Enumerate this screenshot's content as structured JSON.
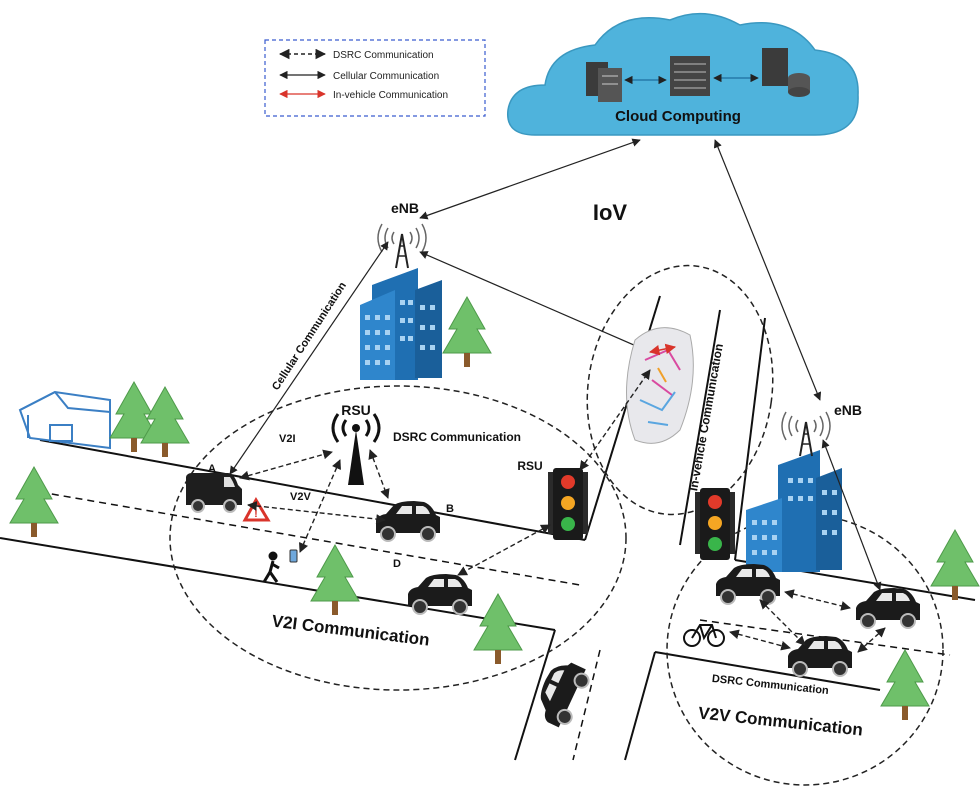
{
  "legend": {
    "dsrc": "DSRC Communication",
    "cellular": "Cellular Communication",
    "invehicle": "In-vehicle Communication"
  },
  "cloud_label": "Cloud Computing",
  "iov_title": "IoV",
  "enb_left": "eNB",
  "enb_right": "eNB",
  "cellular_vertical": "Cellular Communication",
  "invehicle_vertical": "In-vehicle Communication",
  "rsu_tower": "RSU",
  "rsu_light": "RSU",
  "v2i_short": "V2I",
  "v2v_short": "V2V",
  "dsrc_top": "DSRC Communication",
  "dsrc_bottom": "DSRC Communication",
  "letters": {
    "a": "A",
    "b": "B",
    "d": "D"
  },
  "v2i_comm": "V2I Communication",
  "v2v_comm": "V2V Communication",
  "colors": {
    "cloud": "#4fb3dc",
    "building": "#1f6fb2",
    "tree": "#6fc06a",
    "invehicle_arrow": "#d9342b",
    "legend_border": "#3a5ccf",
    "house": "#3b7fc4"
  }
}
